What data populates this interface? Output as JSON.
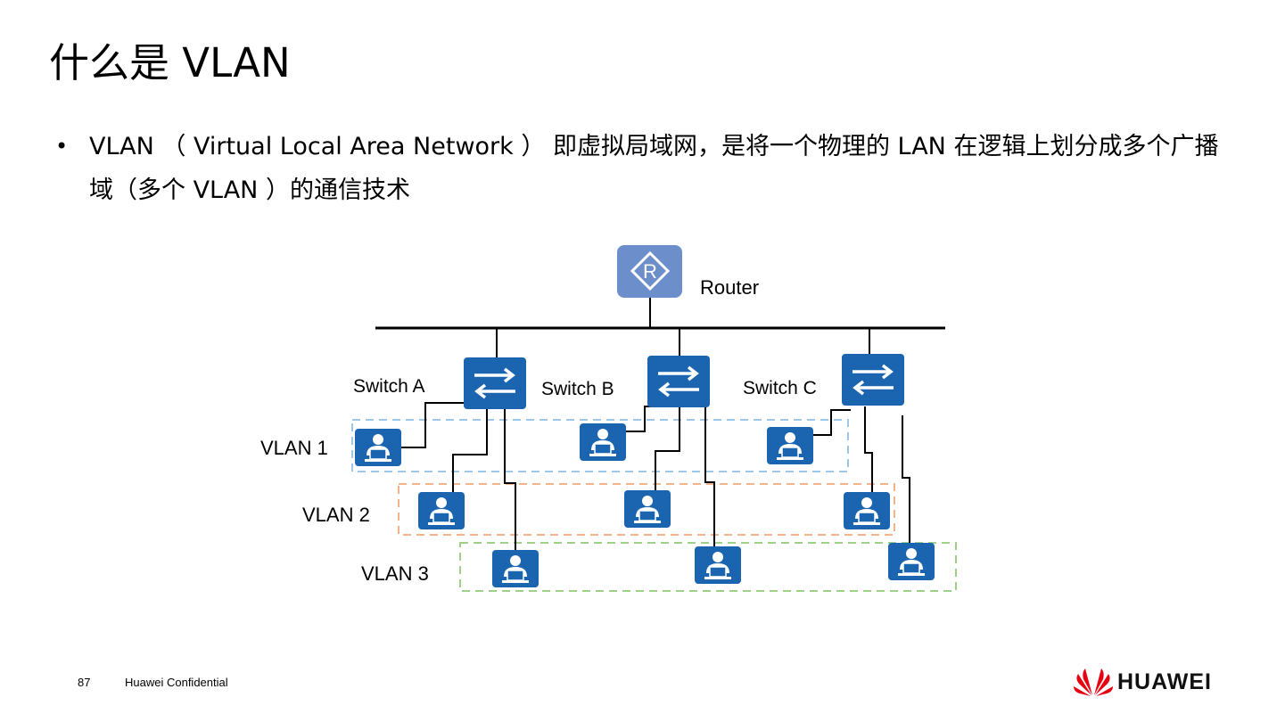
{
  "slide": {
    "title": "什么是 VLAN",
    "bullet": "VLAN （ Virtual Local Area Network ） 即虚拟局域网，是将一个物理的 LAN 在逻辑上划分成多个广播域（多个 VLAN ）的通信技术"
  },
  "diagram": {
    "router_label": "Router",
    "router_glyph": "R",
    "switches": [
      "Switch A",
      "Switch B",
      "Switch C"
    ],
    "vlans": [
      "VLAN 1",
      "VLAN 2",
      "VLAN 3"
    ],
    "vlan_colors": [
      "#9ec6e6",
      "#f3b48c",
      "#9fd08a"
    ],
    "device_color": "#1b64b0",
    "router_color": "#6c8ecb",
    "icons": [
      "router-icon",
      "switch-icon",
      "pc-user-icon"
    ]
  },
  "footer": {
    "page_number": "87",
    "confidential": "Huawei Confidential",
    "brand": "HUAWEI",
    "brand_color": "#e60012"
  }
}
